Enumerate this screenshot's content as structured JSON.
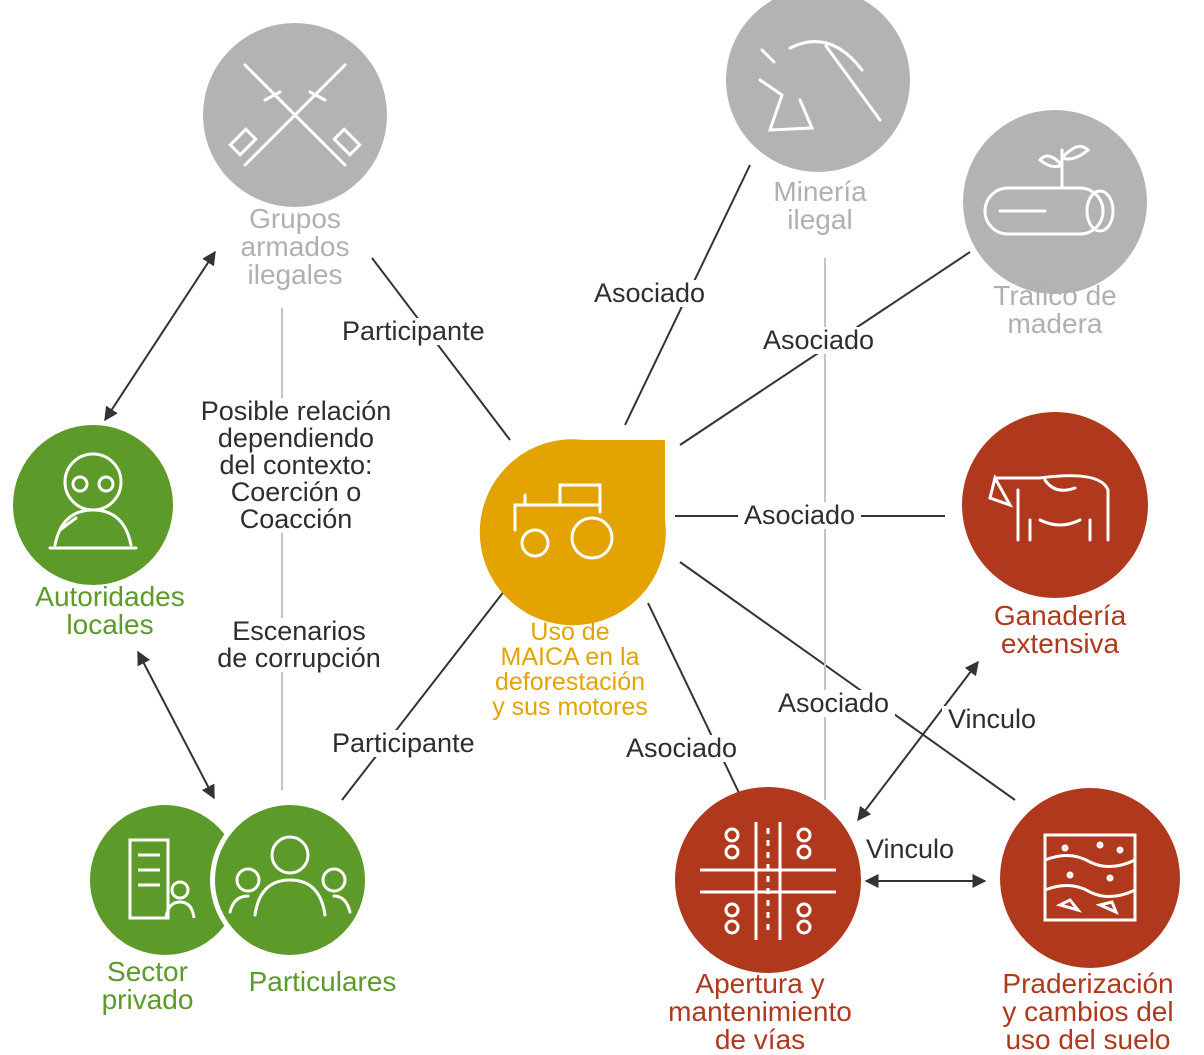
{
  "colors": {
    "gray": "#b3b3b3",
    "green": "#5c9a2a",
    "red": "#b0381c",
    "gold": "#e3a300",
    "line": "#333333"
  },
  "nodes": {
    "grupos": {
      "label": "Grupos\narmados\nilegales",
      "icon": "crossed-rifles-icon"
    },
    "mineria": {
      "label": "Minería\nilegal",
      "icon": "pickaxe-icon"
    },
    "trafico": {
      "label": "Tráfico de\nmadera",
      "icon": "log-sprout-icon"
    },
    "autoridades": {
      "label": "Autoridades\nlocales",
      "icon": "official-at-desk-icon"
    },
    "maica": {
      "label": "Uso de\nMAICA en la\ndeforestación\ny sus motores",
      "icon": "tractor-icon"
    },
    "ganaderia": {
      "label": "Ganadería\nextensiva",
      "icon": "cow-icon"
    },
    "sector": {
      "label": "Sector\nprivado",
      "icon": "building-person-icon"
    },
    "particulares": {
      "label": "Particulares",
      "icon": "people-group-icon"
    },
    "apertura": {
      "label": "Apertura y\nmantenimiento\nde vías",
      "icon": "road-intersection-icon"
    },
    "praderizacion": {
      "label": "Praderización\ny cambios del\nuso del suelo",
      "icon": "soil-layers-icon"
    }
  },
  "edges": {
    "participante_top": "Participante",
    "participante_bottom": "Participante",
    "asociado_mineria": "Asociado",
    "asociado_trafico": "Asociado",
    "asociado_ganaderia": "Asociado",
    "asociado_vias": "Asociado",
    "asociado_praderizacion": "Asociado",
    "posible_relacion": "Posible relación\ndependiendo\ndel contexto:\nCoerción o\nCoacción",
    "escenarios": "Escenarios\nde corrupción",
    "vinculo_ganaderia": "Vinculo",
    "vinculo_praderizacion": "Vinculo"
  }
}
